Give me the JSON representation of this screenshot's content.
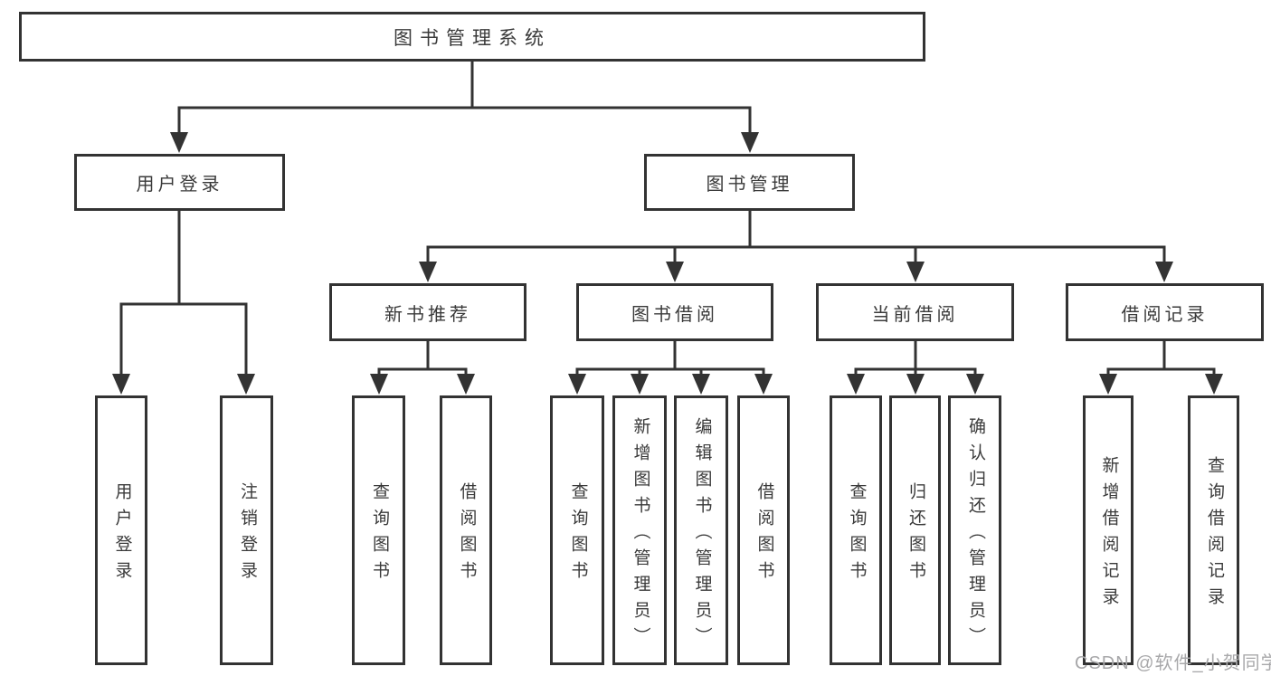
{
  "tree": {
    "root": {
      "label": "图书管理系统"
    },
    "branches": [
      {
        "label": "用户登录",
        "children": [
          {
            "label": "用户登录"
          },
          {
            "label": "注销登录"
          }
        ]
      },
      {
        "label": "图书管理",
        "sections": [
          {
            "label": "新书推荐",
            "children": [
              {
                "label": "查询图书"
              },
              {
                "label": "借阅图书"
              }
            ]
          },
          {
            "label": "图书借阅",
            "children": [
              {
                "label": "查询图书"
              },
              {
                "label": "新增图书（管理员）"
              },
              {
                "label": "编辑图书（管理员）"
              },
              {
                "label": "借阅图书"
              }
            ]
          },
          {
            "label": "当前借阅",
            "children": [
              {
                "label": "查询图书"
              },
              {
                "label": "归还图书"
              },
              {
                "label": "确认归还（管理员）"
              }
            ]
          },
          {
            "label": "借阅记录",
            "children": [
              {
                "label": "新增借阅记录"
              },
              {
                "label": "查询借阅记录"
              }
            ]
          }
        ]
      }
    ]
  },
  "watermark": {
    "text": "CSDN @软件_小贺同学"
  },
  "colors": {
    "line": "#333333",
    "text": "#3a3a3a",
    "watermark": "#a8a8aa",
    "background": "#ffffff"
  }
}
